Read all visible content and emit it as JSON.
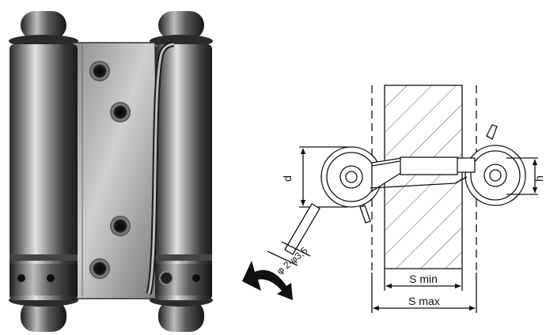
{
  "figure": {
    "labels": {
      "d": "d",
      "h": "h",
      "s_min": "S min",
      "s_max": "S max",
      "diameter": "φ 2-φ3,5"
    }
  }
}
